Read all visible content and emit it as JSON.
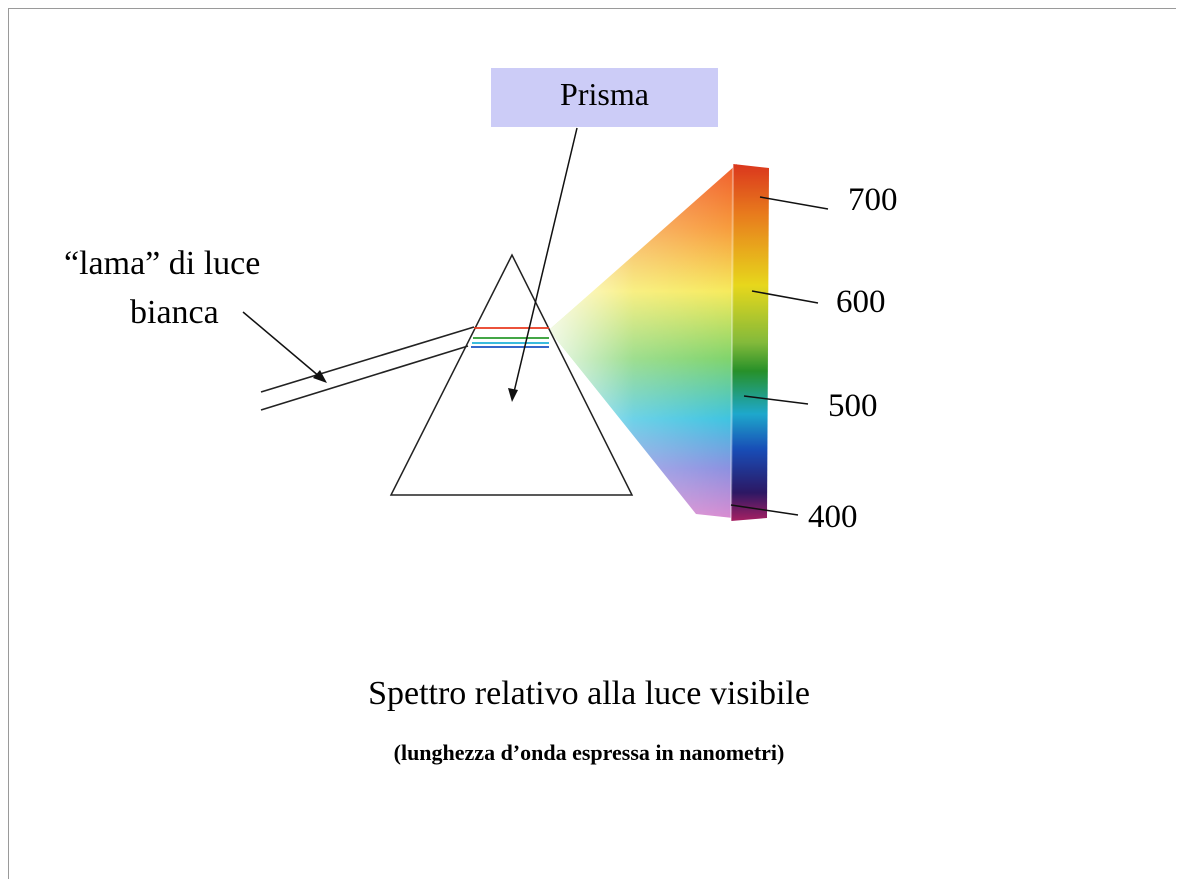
{
  "prism_label": "Prisma",
  "beam_label_line1": "“lama” di luce",
  "beam_label_line2": "bianca",
  "wavelength_ticks": [
    "700",
    "600",
    "500",
    "400"
  ],
  "title": "Spettro relativo alla luce visibile",
  "subtitle": "(lunghezza d’onda espressa in nanometri)",
  "colors": {
    "prism_label_bg": "#ccccf7",
    "red": "#e83a1f",
    "orange": "#f7831f",
    "yellow": "#f6e51e",
    "green": "#2a9a2c",
    "cyan": "#20b3d9",
    "blue": "#1a52c2",
    "violet": "#2f1a6b",
    "magenta": "#b1226a"
  }
}
